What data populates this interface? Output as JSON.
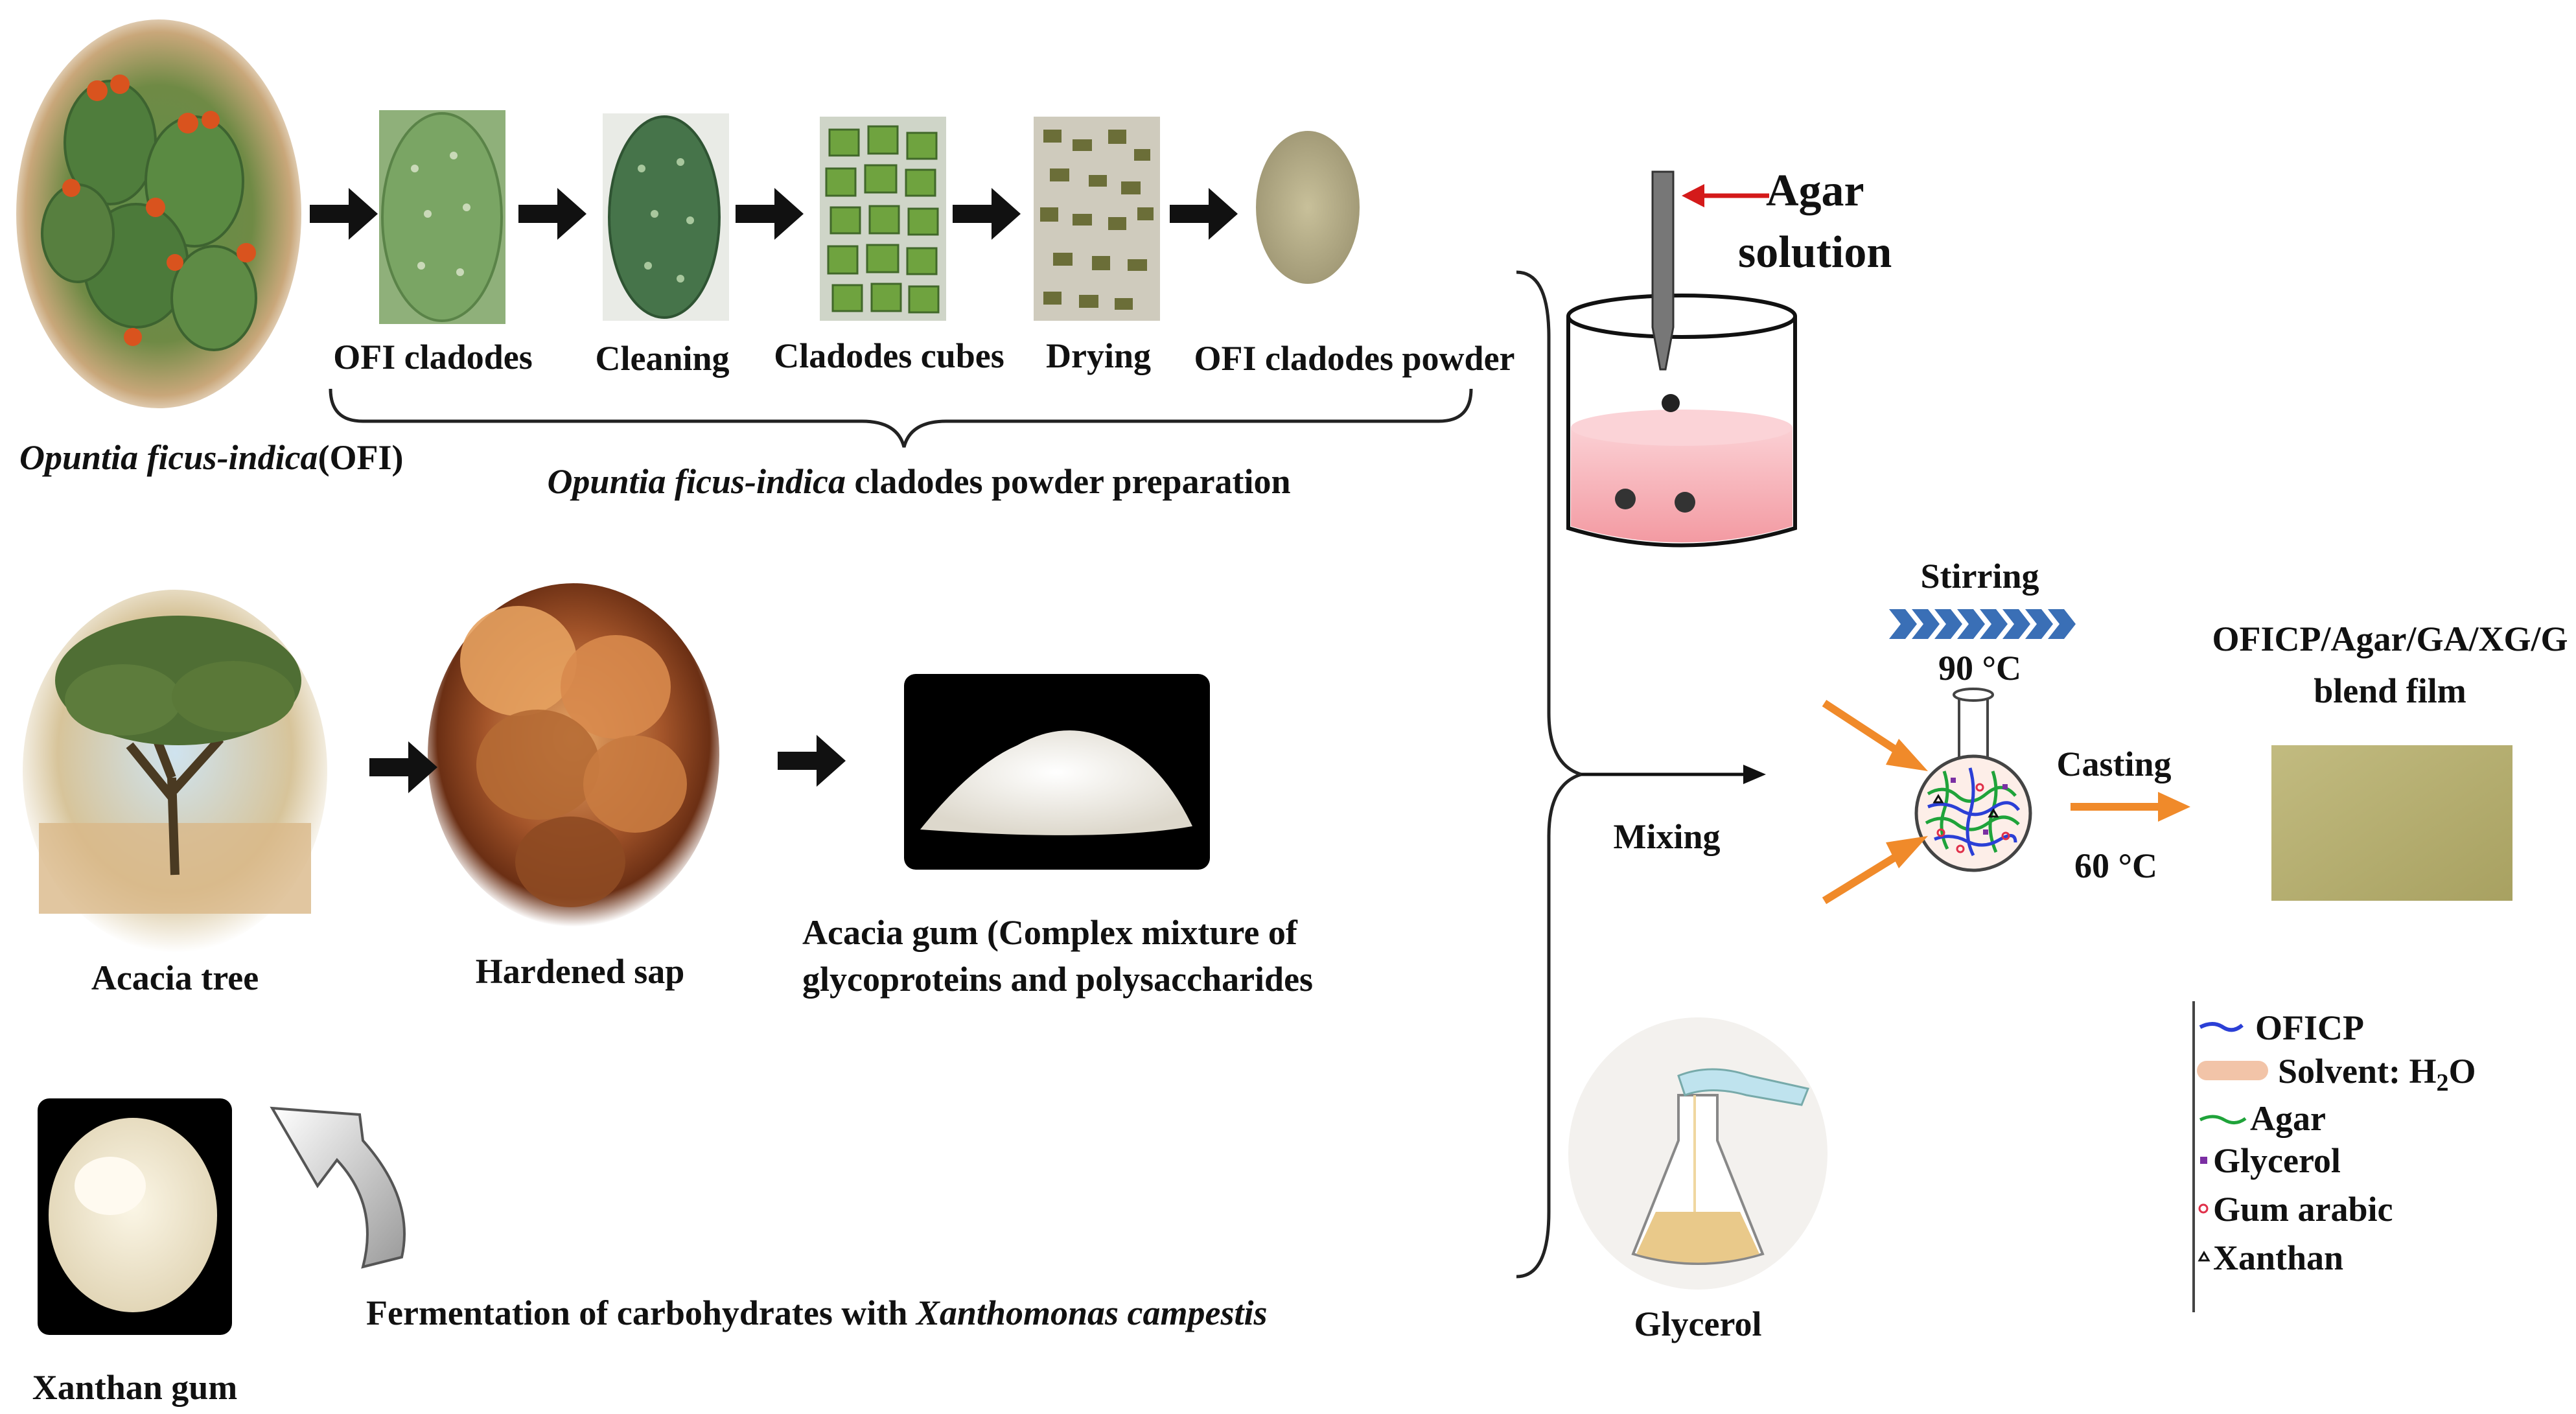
{
  "opuntia": {
    "plant_name_italic": "Opuntia ficus-indica",
    "plant_name_suffix": "(OFI)",
    "steps": [
      "OFI cladodes",
      "Cleaning",
      "Cladodes cubes",
      "Drying",
      "OFI cladodes powder"
    ],
    "section_italic": "Opuntia ficus-indica",
    "section_suffix": " cladodes powder preparation"
  },
  "acacia": {
    "tree": "Acacia tree",
    "sap": "Hardened sap",
    "gum_line1": "Acacia gum (Complex mixture of",
    "gum_line2": "glycoproteins and polysaccharides"
  },
  "xanthan": {
    "label": "Xanthan gum",
    "process_prefix": "Fermentation of carbohydrates with ",
    "process_italic": "Xanthomonas campestis"
  },
  "process": {
    "agar_line1": "Agar",
    "agar_line2": "solution",
    "mixing": "Mixing",
    "glycerol": "Glycerol",
    "stirring": "Stirring",
    "temp_stir": "90 °C",
    "casting": "Casting",
    "temp_cast": "60 °C",
    "film_line1": "OFICP/Agar/GA/XG/G",
    "film_line2": "blend film"
  },
  "legend": {
    "items": [
      {
        "label": "OFICP",
        "color": "#2b3fd6",
        "icon": "blue-wavy-line-icon"
      },
      {
        "label": "Solvent: H",
        "sub": "2",
        "tail": "O",
        "color": "#f2c4a8",
        "icon": "solvent-pill-icon"
      },
      {
        "label": "Agar",
        "color": "#1fa33a",
        "icon": "green-wavy-line-icon"
      },
      {
        "label": "Glycerol",
        "color": "#7b2fa3",
        "icon": "purple-square-icon"
      },
      {
        "label": "Gum arabic",
        "color": "#e0304a",
        "icon": "red-circle-icon"
      },
      {
        "label": "Xanthan",
        "color": "#111111",
        "icon": "triangle-icon"
      }
    ]
  },
  "colors": {
    "flow_arrow": "#111111",
    "orange_arrow": "#f08a2a",
    "agar_arrow": "#d41a1a",
    "chevron": "#3a6fb6",
    "beaker_liquid": "#f7a6ad",
    "film": "#b4ad6e"
  }
}
